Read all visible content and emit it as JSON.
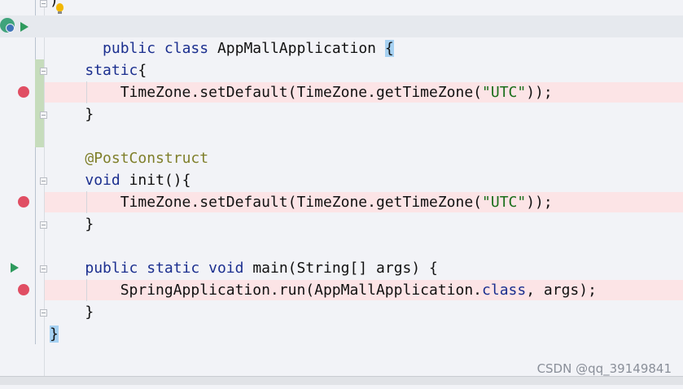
{
  "editor": {
    "top_fragment": ")",
    "lines": [
      {
        "class_decl": {
          "kw_public": "public",
          "kw_class": "class",
          "name": "AppMallApplication",
          "brace": "{"
        }
      },
      {},
      {
        "static_block": {
          "kw": "static",
          "brace": "{"
        }
      },
      {
        "tz1": {
          "a": "TimeZone.setDefault(TimeZone.getTimeZone(",
          "s": "\"UTC\"",
          "b": "));"
        }
      },
      {
        "close1": "}"
      },
      {},
      {
        "annotation": "@PostConstruct"
      },
      {
        "init_decl": {
          "kw": "void",
          "rest": "init(){"
        }
      },
      {
        "tz2": {
          "a": "TimeZone.setDefault(TimeZone.getTimeZone(",
          "s": "\"UTC\"",
          "b": "));"
        }
      },
      {
        "close2": "}"
      },
      {},
      {
        "main_decl": {
          "kw_public": "public",
          "kw_static": "static",
          "kw_void": "void",
          "rest": "main(String[] args) {"
        }
      },
      {
        "run": {
          "a": "SpringApplication.run(AppMallApplication.",
          "kw": "class",
          "b": ", args);"
        }
      },
      {
        "close3": "}"
      },
      {
        "class_close": "}"
      }
    ]
  },
  "watermark": "CSDN @qq_39149841",
  "colors": {
    "breakpoint": "#e04e63",
    "run": "#2e9a5d",
    "keyword": "#1b2f8f",
    "string": "#1a6e1a",
    "annotation": "#7f7f2a"
  }
}
